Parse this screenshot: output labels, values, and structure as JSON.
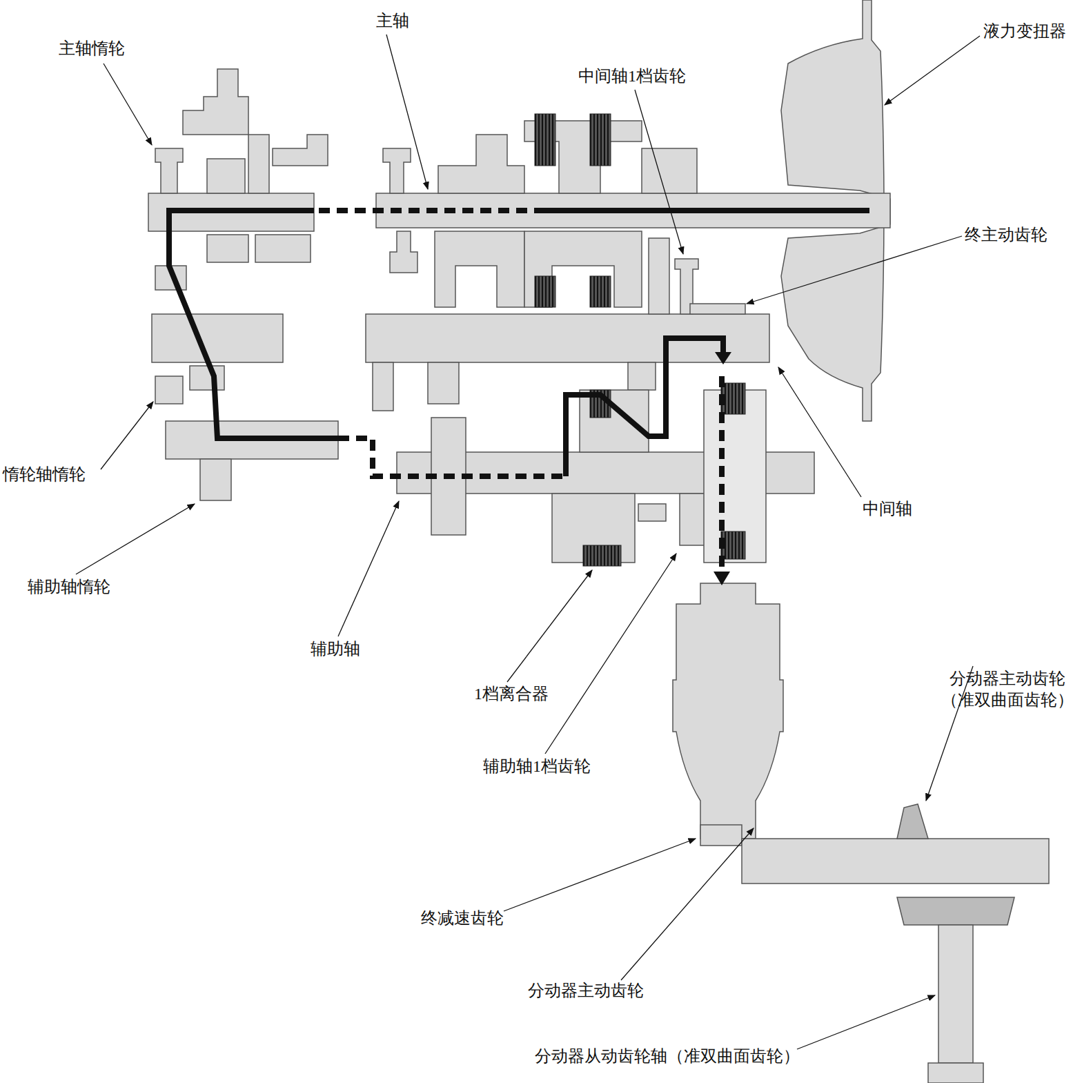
{
  "diagram": {
    "labels": [
      "主轴惰轮",
      "主轴",
      "中间轴1档齿轮",
      "液力变扭器",
      "终主动齿轮",
      "惰轮轴惰轮",
      "中间轴",
      "辅助轴惰轮",
      "辅助轴",
      "1档离合器",
      "辅助轴1档齿轮",
      "分动器主动齿轮 （准双曲面齿轮）",
      "终减速齿轮",
      "分动器主动齿轮",
      "分动器从动齿轮轴（准双曲面齿轮）"
    ]
  }
}
